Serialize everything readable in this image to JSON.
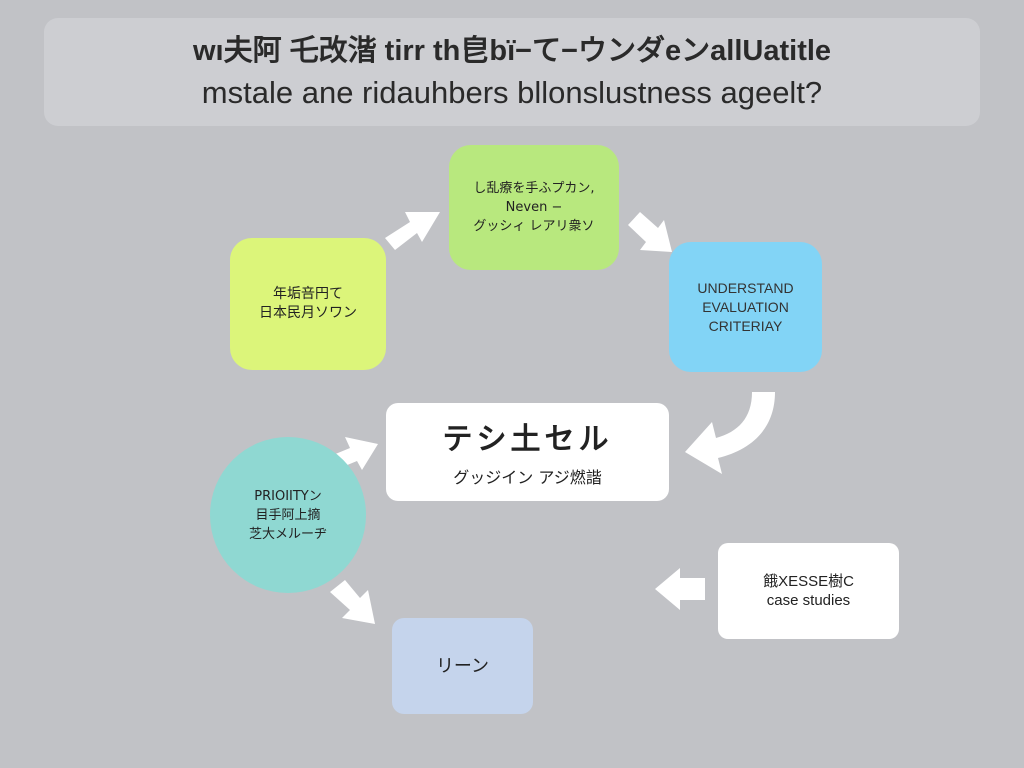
{
  "title": {
    "line1": "wı夫阿 乇改湝  tirr th皀bï−て−ウンダeンallUatitle",
    "line2": "mstale ane ridauhbers bllonslustness ageelt?"
  },
  "nodes": {
    "left": [
      "年垢咅円て",
      "日本民月ソワン"
    ],
    "top": [
      "し乱療を手ふプカン,",
      "Neven −",
      "グッシィ レアリ衆ソ"
    ],
    "right": [
      "UNDERSTAND",
      "EVALUATION",
      "CRITERIAY"
    ],
    "center": {
      "title": "テシ土セル",
      "subtitle": "グッジイン  アジ燃諧"
    },
    "circle": [
      "PRIOIITYン",
      "目手阿上摘",
      "芝大メルーヂ"
    ],
    "case": [
      "餓XESSE樹C",
      "case studies"
    ],
    "bottom": [
      "リーン"
    ]
  },
  "colors": {
    "background": "#c1c2c6",
    "left": "#dcf57a",
    "top": "#b8e87e",
    "right": "#82d4f6",
    "circle": "#8fd8d2",
    "bottom": "#c5d4ec"
  }
}
